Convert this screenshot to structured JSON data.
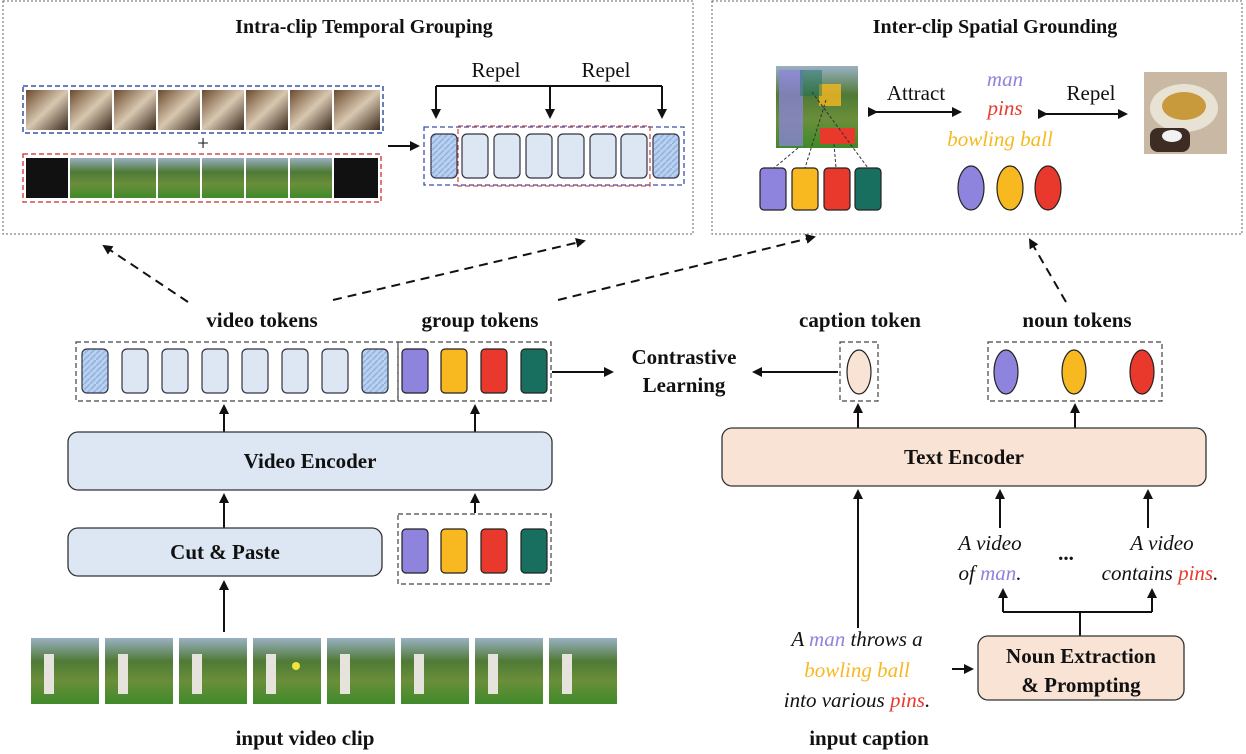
{
  "panels": {
    "left_title": "Intra-clip Temporal Grouping",
    "right_title": "Inter-clip Spatial Grounding",
    "repel_1": "Repel",
    "repel_2": "Repel",
    "plus": "+",
    "attract": "Attract",
    "repel_right": "Repel"
  },
  "nouns": {
    "man": "man",
    "pins": "pins",
    "bowling_ball": "bowling ball"
  },
  "labels": {
    "video_tokens": "video tokens",
    "group_tokens": "group tokens",
    "caption_token": "caption token",
    "noun_tokens": "noun tokens",
    "contrastive_1": "Contrastive",
    "contrastive_2": "Learning",
    "input_video_clip": "input video clip",
    "input_caption": "input caption"
  },
  "encoders": {
    "video": "Video Encoder",
    "cut_paste": "Cut & Paste",
    "text": "Text Encoder",
    "noun_1": "Noun Extraction",
    "noun_2": "& Prompting"
  },
  "prompts": {
    "p1_line1": "A video",
    "p1_line2_pre": "of ",
    "p1_line2_noun": "man",
    "p1_line2_post": ".",
    "ellipsis": "...",
    "p2_line1": "A video",
    "p2_line2_pre": "contains ",
    "p2_line2_noun": "pins",
    "p2_line2_post": "."
  },
  "caption": {
    "l1_a": "A ",
    "l1_noun": "man",
    "l1_b": " throws a",
    "l2_noun": "bowling ball",
    "l3_a": "into various ",
    "l3_noun": "pins",
    "l3_b": "."
  },
  "colors": {
    "token_blue": "#dde6f3",
    "purple": "#8e83dd",
    "yellow": "#f7b820",
    "red": "#e8392c",
    "teal": "#186f60",
    "encoder_blue": "#dde6f3",
    "encoder_peach": "#f9e3d5",
    "frame_blue": "#3a52a8",
    "frame_red": "#d94a4a"
  }
}
